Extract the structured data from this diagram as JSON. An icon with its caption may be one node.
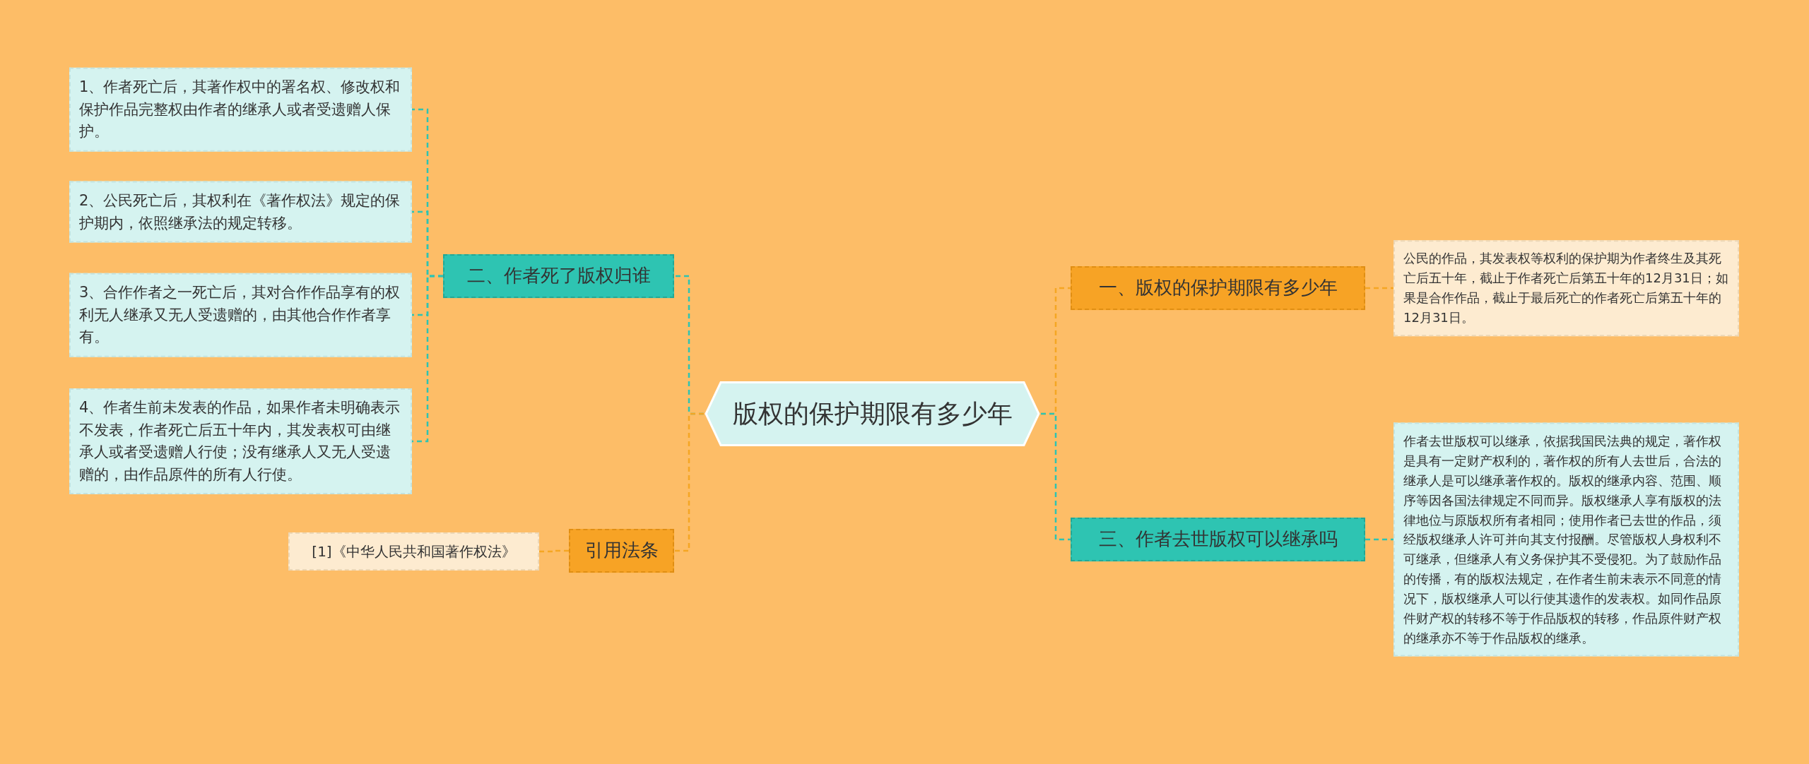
{
  "diagram": {
    "nodes": [
      {
        "text": [
          "版权的保护期限有多少年"
        ]
      },
      {
        "text": [
          "二、作者死了版权归谁"
        ]
      },
      {
        "text": [
          "1、作者死亡后，其著作权中的署名权、修改权和保护作品完整权由作者的继承人或者受遗赠人保护。"
        ]
      },
      {
        "text": [
          "2、公民死亡后，其权利在《著作权法》规定的保护期内，依照继承法的规定转移。"
        ]
      },
      {
        "text": [
          "3、合作作者之一死亡后，其对合作作品享有的权利无人继承又无人受遗赠的，由其他合作作者享有。"
        ]
      },
      {
        "text": [
          "4、作者生前未发表的作品，如果作者未明确表示不发表，作者死亡后五十年内，其发表权可由继承人或者受遗赠人行使；没有继承人又无人受遗赠的，由作品原件的所有人行使。"
        ]
      },
      {
        "text": [
          "引用法条"
        ]
      },
      {
        "text": [
          "[1]《中华人民共和国著作权法》"
        ]
      },
      {
        "text": [
          "一、版权的保护期限有多少年"
        ]
      },
      {
        "text": [
          "公民的作品，其发表权等权利的保护期为作者终生及其死亡后五十年，截止于作者死亡后第五十年的12月31日；如果是合作作品，截止于最后死亡的作者死亡后第五十年的12月31日。"
        ]
      },
      {
        "text": [
          "三、作者去世版权可以继承吗"
        ]
      },
      {
        "text": [
          "作者去世版权可以继承，依据我国民法典的规定，著作权是具有一定财产权利的，著作权的所有人去世后，合法的继承人是可以继承著作权的。版权的继承内容、范围、顺序等因各国法律规定不同而异。版权继承人享有版权的法律地位与原版权所有者相同；使用作者已去世的作品，须经版权继承人许可并向其支付报酬。尽管版权人身权利不可继承，但继承人有义务保护其不受侵犯。为了鼓励作品的传播，有的版权法规定，在作者生前未表示不同意的情况下，版权继承人可以行使其遗作的发表权。如同作品原件财产权的转移不等于作品版权的转移，作品原件财产权的继承亦不等于作品版权的继承。"
        ]
      }
    ],
    "edges": [
      {
        "from": 0,
        "to": 1,
        "arrow": "none",
        "style": "dashed"
      },
      {
        "from": 1,
        "to": 2,
        "arrow": "none",
        "style": "dashed"
      },
      {
        "from": 1,
        "to": 3,
        "arrow": "none",
        "style": "dashed"
      },
      {
        "from": 1,
        "to": 4,
        "arrow": "none",
        "style": "dashed"
      },
      {
        "from": 1,
        "to": 5,
        "arrow": "none",
        "style": "dashed"
      },
      {
        "from": 0,
        "to": 6,
        "arrow": "none",
        "style": "dashed",
        "color": "#f5a623"
      },
      {
        "from": 6,
        "to": 7,
        "arrow": "none",
        "style": "dashed",
        "color": "#f5a623"
      },
      {
        "from": 0,
        "to": 8,
        "arrow": "none",
        "style": "dashed",
        "color": "#f5a623"
      },
      {
        "from": 8,
        "to": 9,
        "arrow": "none",
        "style": "dashed",
        "color": "#f5a623"
      },
      {
        "from": 0,
        "to": 10,
        "arrow": "none",
        "style": "dashed"
      },
      {
        "from": 10,
        "to": 11,
        "arrow": "none",
        "style": "dashed"
      }
    ]
  }
}
